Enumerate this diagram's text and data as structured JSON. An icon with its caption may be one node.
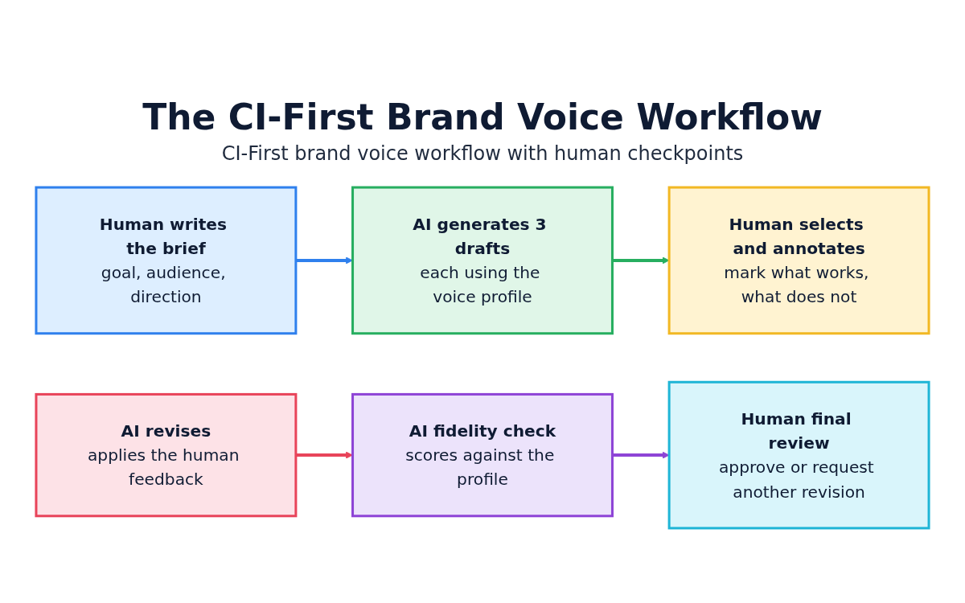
{
  "diagram": {
    "title": "The CI-First Brand Voice Workflow",
    "labels": [
      "CI-First brand voice workflow with human checkpoints"
    ],
    "nodes": [
      {
        "text": [
          "Human writes the brief",
          "goal, audience, direction"
        ]
      },
      {
        "text": [
          "AI generates 3 drafts",
          "each using the voice profile"
        ]
      },
      {
        "text": [
          "Human selects and annotates",
          "mark what works, what does not"
        ]
      },
      {
        "text": [
          "AI revises",
          "applies the human feedback"
        ]
      },
      {
        "text": [
          "AI fidelity check",
          "scores against the profile"
        ]
      },
      {
        "text": [
          "Human final review",
          "approve or request another revision"
        ]
      }
    ],
    "edges": [
      {
        "from": 0,
        "to": 1,
        "arrow": "to",
        "color": "#2f80ed"
      },
      {
        "from": 1,
        "to": 2,
        "arrow": "to",
        "color": "#27ae60"
      },
      {
        "from": 3,
        "to": 4,
        "arrow": "to",
        "color": "#e8445a"
      },
      {
        "from": 4,
        "to": 5,
        "arrow": "to",
        "color": "#8e44d6"
      }
    ]
  }
}
